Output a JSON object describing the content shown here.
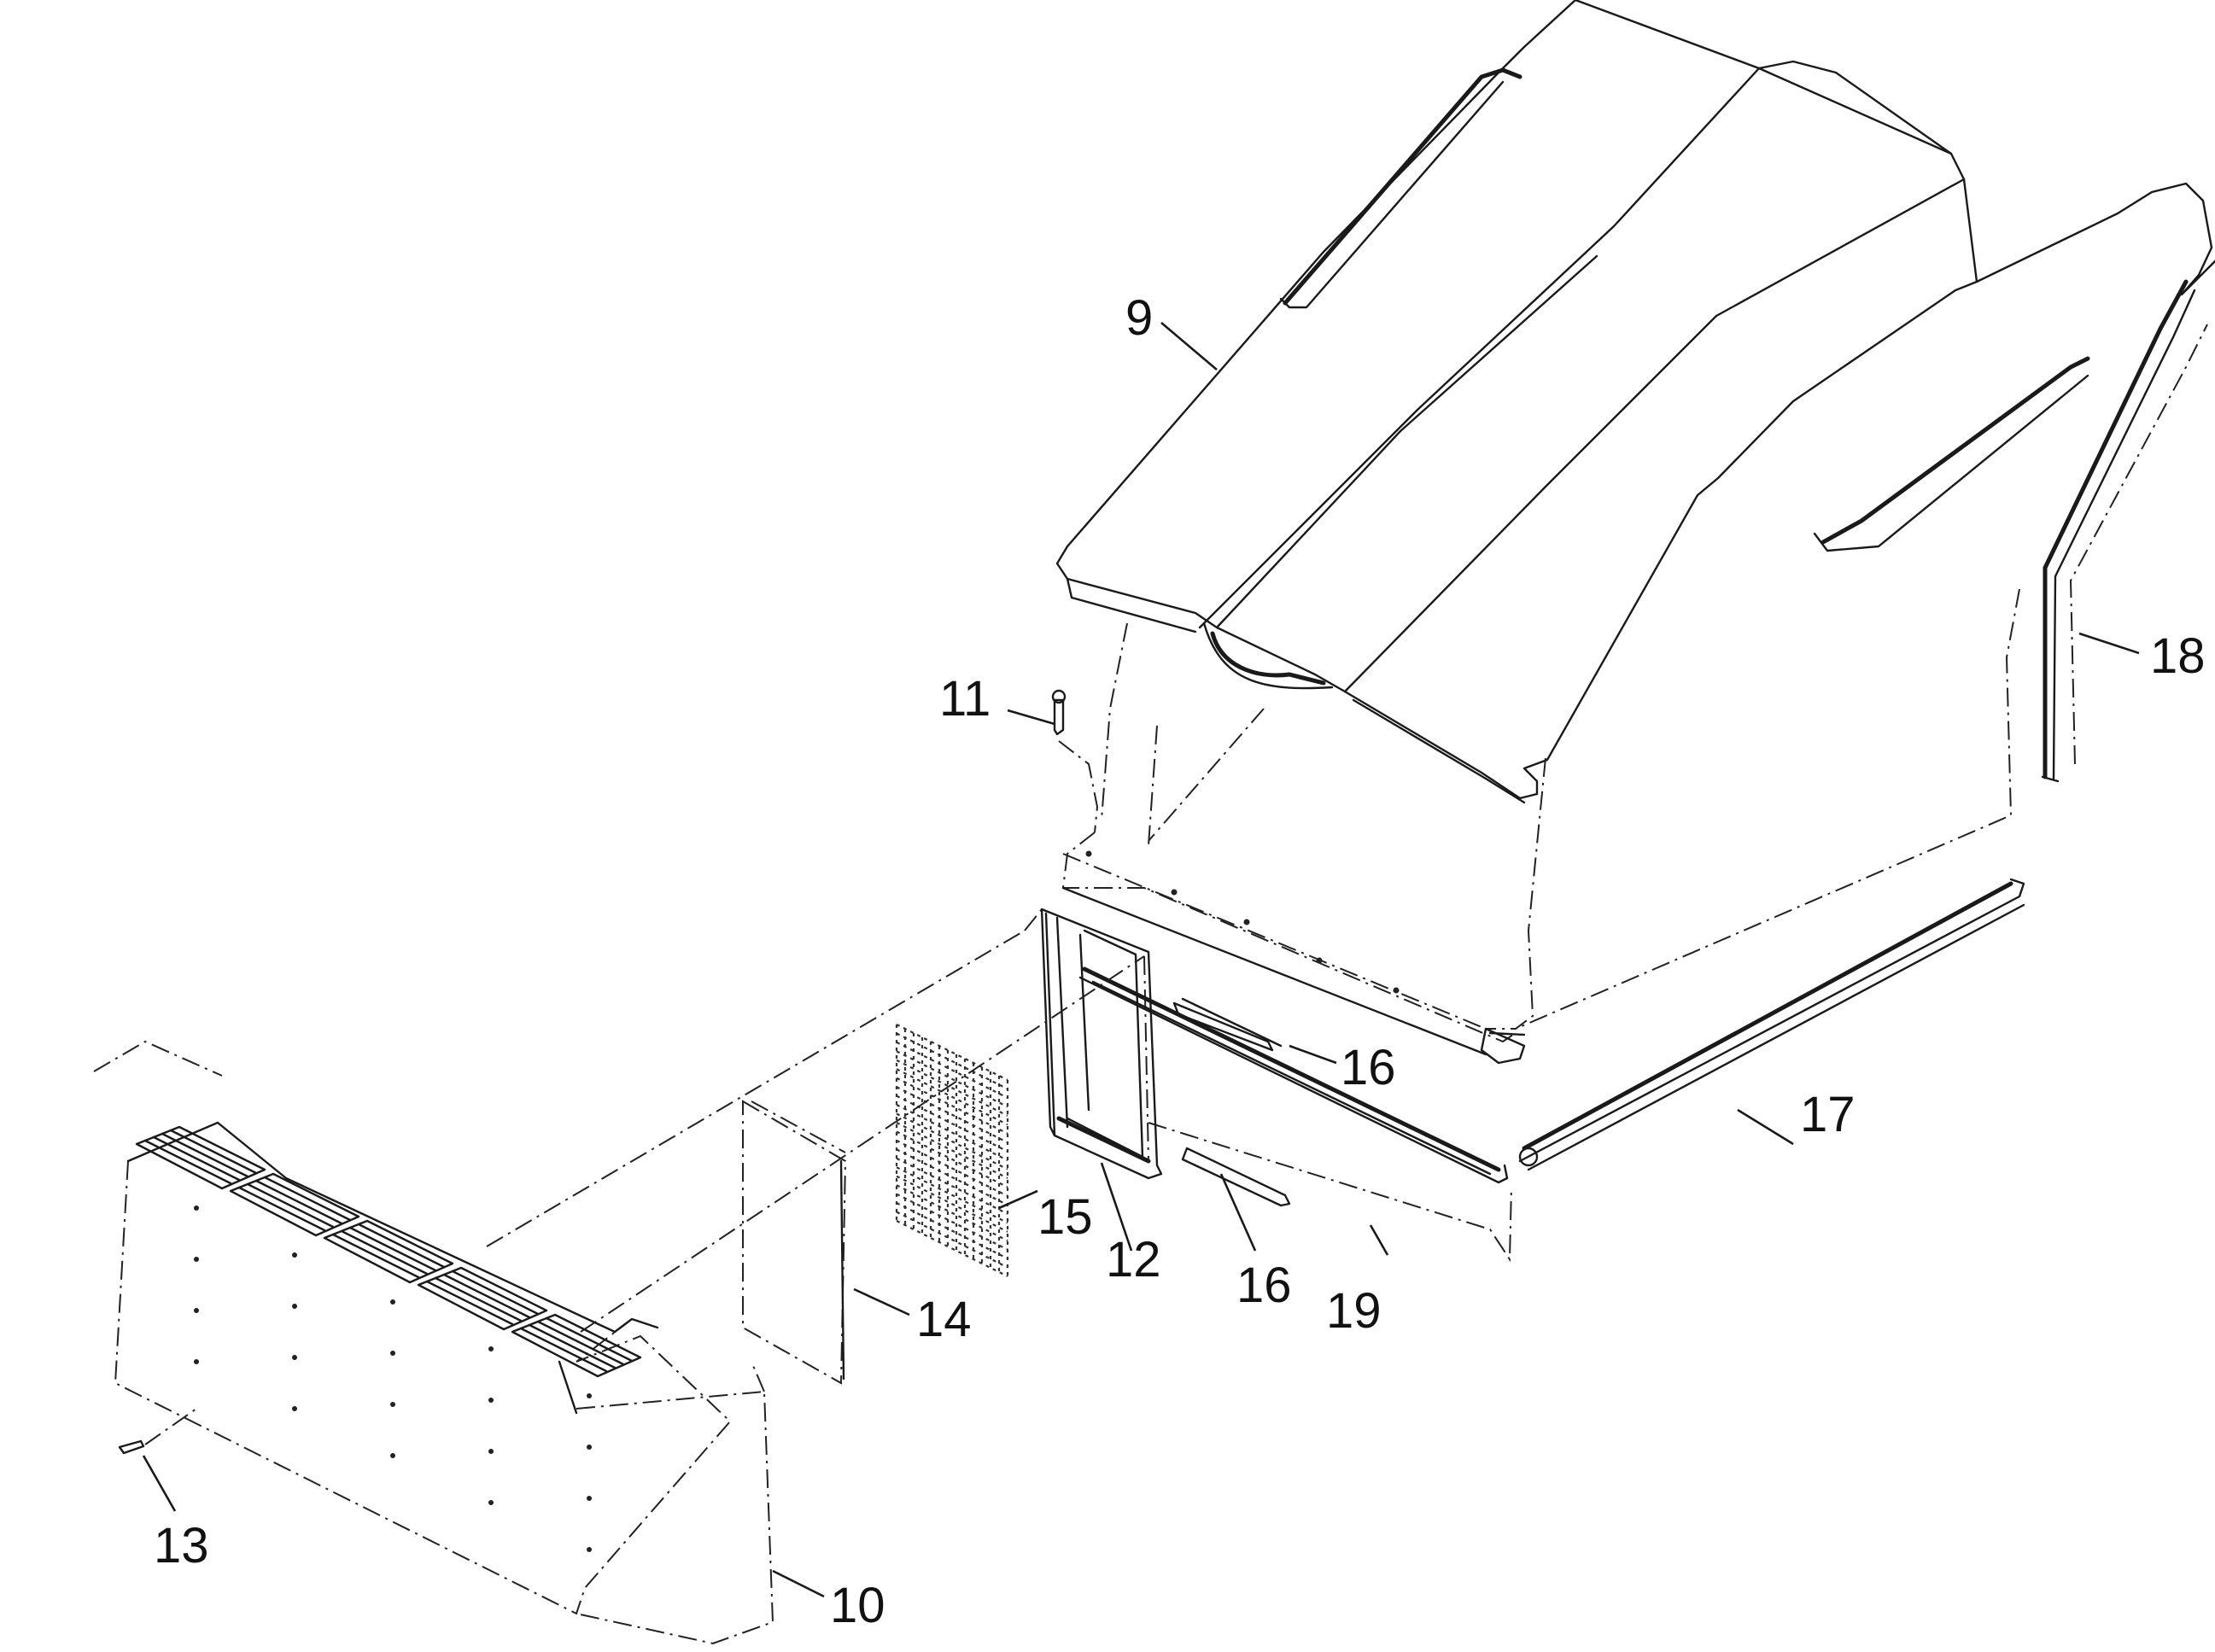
{
  "diagram": {
    "type": "exploded-parts-view",
    "callouts": [
      {
        "id": "part-9",
        "text": "9"
      },
      {
        "id": "part-10",
        "text": "10"
      },
      {
        "id": "part-11",
        "text": "11"
      },
      {
        "id": "part-12",
        "text": "12"
      },
      {
        "id": "part-13",
        "text": "13"
      },
      {
        "id": "part-14",
        "text": "14"
      },
      {
        "id": "part-15",
        "text": "15"
      },
      {
        "id": "part-16a",
        "text": "16"
      },
      {
        "id": "part-16b",
        "text": "16"
      },
      {
        "id": "part-17",
        "text": "17"
      },
      {
        "id": "part-18",
        "text": "18"
      },
      {
        "id": "part-19",
        "text": "19"
      }
    ]
  }
}
